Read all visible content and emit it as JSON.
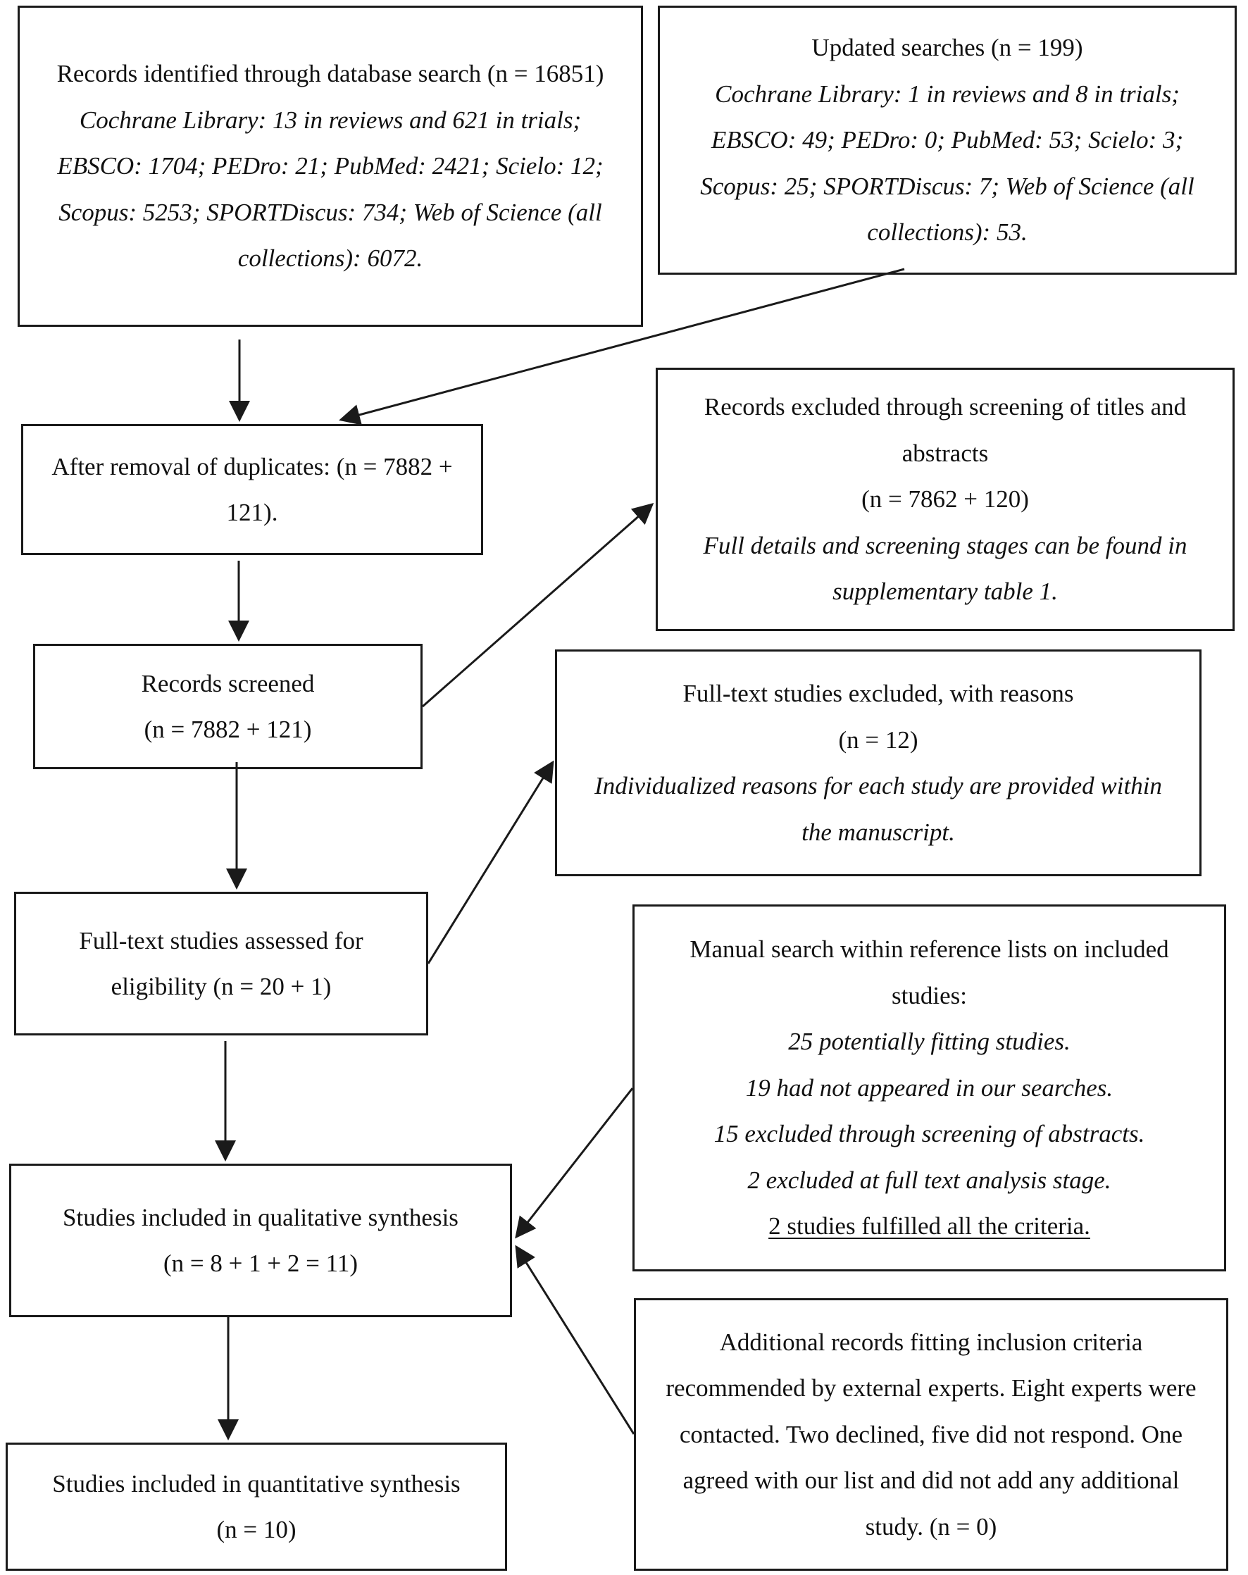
{
  "boxes": {
    "records_identified": {
      "title": "Records identified through database search (n = 16851)",
      "details": "Cochrane Library: 13 in reviews and 621 in trials; EBSCO: 1704; PEDro: 21; PubMed: 2421; Scielo: 12; Scopus: 5253; SPORTDiscus: 734; Web of Science (all collections): 6072."
    },
    "updated_searches": {
      "title": "Updated searches (n = 199)",
      "details": "Cochrane Library: 1 in reviews and 8 in trials; EBSCO: 49; PEDro: 0; PubMed: 53; Scielo: 3; Scopus: 25; SPORTDiscus: 7; Web of Science (all collections): 53."
    },
    "after_duplicates": {
      "title": "After removal of duplicates: (n = 7882 + 121)."
    },
    "excluded_titles": {
      "title": "Records excluded through screening of titles and abstracts",
      "count": "(n = 7862 + 120)",
      "details": "Full details and screening stages can be found in supplementary table 1."
    },
    "records_screened": {
      "title": "Records screened",
      "count": "(n = 7882 + 121)"
    },
    "fulltext_excluded": {
      "title": "Full-text studies excluded, with reasons",
      "count": "(n = 12)",
      "details": "Individualized reasons for each study are provided within the manuscript."
    },
    "fulltext_assessed": {
      "title": "Full-text studies assessed for eligibility (n = 20 + 1)"
    },
    "manual_search": {
      "title": "Manual search within reference lists on included studies:",
      "line1": "25 potentially fitting studies.",
      "line2": "19 had not appeared in our searches.",
      "line3": "15 excluded through screening of abstracts.",
      "line4": "2 excluded at full text analysis stage.",
      "line5": "2 studies fulfilled all the criteria."
    },
    "qualitative": {
      "title": "Studies included in qualitative synthesis",
      "count": "(n = 8  + 1 + 2 =  11)"
    },
    "additional_records": {
      "text": "Additional records fitting inclusion criteria recommended by external experts. Eight experts were contacted. Two declined, five did not respond. One agreed with our list and did not add any additional study. (n = 0)"
    },
    "quantitative": {
      "title": "Studies included in quantitative synthesis",
      "count": "(n = 10)"
    }
  }
}
